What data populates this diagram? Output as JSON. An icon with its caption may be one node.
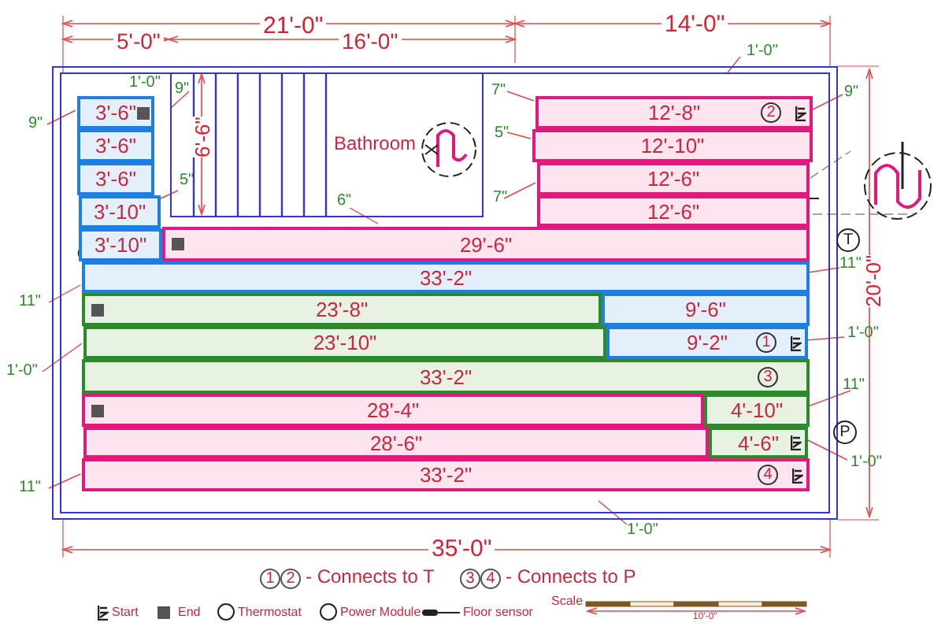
{
  "diagram": {
    "nodes": [
      {
        "text": [],
        "shape": "box"
      },
      {
        "text": [
          "Bathroom"
        ],
        "in": 0
      },
      {
        "text": [
          "3'-6\""
        ],
        "in": 0
      },
      {
        "text": [
          "3'-6\""
        ],
        "in": 0
      },
      {
        "text": [
          "3'-6\""
        ],
        "in": 0
      },
      {
        "text": [
          "3'-10\""
        ],
        "in": 0
      },
      {
        "text": [
          "3'-10\""
        ],
        "in": 0
      },
      {
        "text": [
          "12'-8\"",
          "2"
        ],
        "in": 0
      },
      {
        "text": [
          "12'-10\""
        ],
        "in": 0
      },
      {
        "text": [
          "12'-6\""
        ],
        "in": 0
      },
      {
        "text": [
          "12'-6\""
        ],
        "in": 0
      },
      {
        "text": [
          "29'-6\""
        ],
        "in": 0
      },
      {
        "text": [
          "33'-2\""
        ],
        "in": 0
      },
      {
        "text": [
          "23'-8\""
        ],
        "in": 0
      },
      {
        "text": [
          "9'-6\""
        ],
        "in": 0
      },
      {
        "text": [
          "23'-10\""
        ],
        "in": 0
      },
      {
        "text": [
          "9'-2\"",
          "1"
        ],
        "in": 0
      },
      {
        "text": [
          "33'-2\"",
          "3"
        ],
        "in": 0
      },
      {
        "text": [
          "28'-4\""
        ],
        "in": 0
      },
      {
        "text": [
          "4'-10\""
        ],
        "in": 0
      },
      {
        "text": [
          "28'-6\""
        ],
        "in": 0
      },
      {
        "text": [
          "4'-6\""
        ],
        "in": 0
      },
      {
        "text": [
          "33'-2\"",
          "4"
        ],
        "in": 0
      },
      {
        "text": [
          "T"
        ]
      },
      {
        "text": [
          "P"
        ]
      }
    ],
    "labels": [
      "21'-0\"",
      "5'-0\"",
      "16'-0\"",
      "14'-0\"",
      "1'-0\"",
      "9\"",
      "9\"",
      "6'-6\"",
      "7\"",
      "1'-0\"",
      "9\"",
      "5\"",
      "5\"",
      "6\"",
      "7\"",
      "20'-0\"",
      "11\"",
      "11\"",
      "1'-0\"",
      "1'-0\"",
      "11\"",
      "1'-0\"",
      "11\"",
      "1'-0\"",
      "35'-0\"",
      "1",
      "2",
      "- Connects to T",
      "3",
      "4",
      "- Connects to P",
      "Scale",
      "10'-0\""
    ],
    "legend": [
      {
        "text": "Start"
      },
      {
        "text": "End"
      },
      {
        "text": "Thermostat"
      },
      {
        "text": "Power Module"
      },
      {
        "text": "Floor sensor"
      }
    ]
  }
}
